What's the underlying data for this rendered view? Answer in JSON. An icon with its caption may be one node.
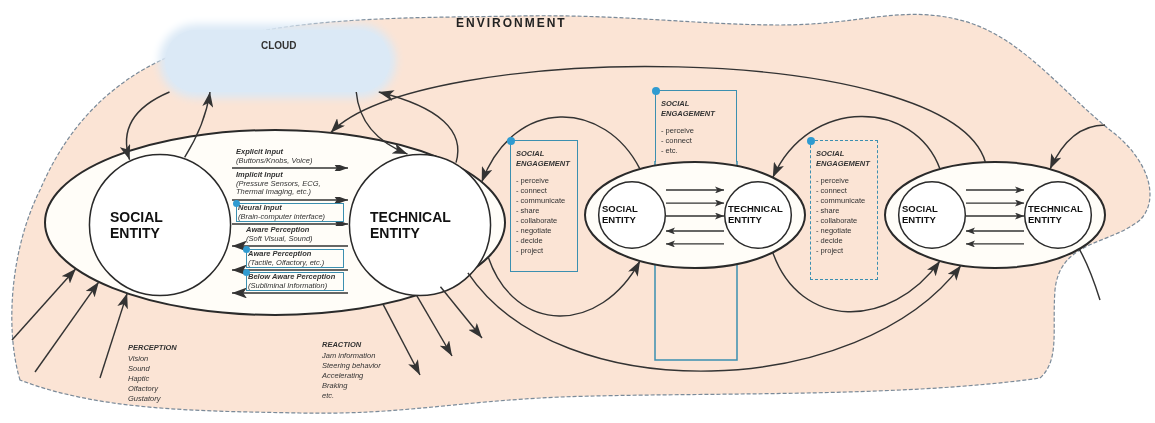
{
  "diagram": {
    "nodes": [
      {
        "text": [
          "ENVIRONMENT"
        ]
      },
      {
        "text": [
          "CLOUD"
        ],
        "in": 0
      },
      {
        "text": [],
        "shape": "ellipse",
        "in": 0
      },
      {
        "text": [
          "SOCIAL ENTITY"
        ],
        "in": 2
      },
      {
        "text": [
          "TECHNICAL ENTITY"
        ],
        "in": 2
      },
      {
        "text": [],
        "shape": "ellipse",
        "in": 0
      },
      {
        "text": [
          "SOCIAL ENTITY"
        ],
        "in": 5
      },
      {
        "text": [
          "TECHNICAL ENTITY"
        ],
        "in": 5
      },
      {
        "text": [],
        "shape": "ellipse",
        "in": 0
      },
      {
        "text": [
          "SOCIAL ENTITY"
        ],
        "in": 8
      },
      {
        "text": [
          "TECHNICAL ENTITY"
        ],
        "in": 8
      },
      {
        "text": [
          "SOCIAL ENGAGEMENT",
          "- perceive",
          "- connect",
          "- communicate",
          "- share",
          "- collaborate",
          "- negotiate",
          "- decide",
          "- project"
        ],
        "in": 0
      },
      {
        "text": [
          "SOCIAL ENGAGEMENT",
          "- perceive",
          "- connect",
          "- etc."
        ],
        "in": 0
      },
      {
        "text": [
          "SOCIAL ENGAGEMENT",
          "- perceive",
          "- connect",
          "- communicate",
          "- share",
          "- collaborate",
          "- negotiate",
          "- decide",
          "- project"
        ],
        "in": 0
      }
    ],
    "edges": [
      {
        "from": 3,
        "to": 4,
        "arrow": "to",
        "label": "**Explicit Input** (Buttons/Knobs, Voice)"
      },
      {
        "from": 3,
        "to": 4,
        "arrow": "to",
        "label": "**Implicit Input** (Pressure Sensors, ECG, Thermal Imaging, etc.)"
      },
      {
        "from": 3,
        "to": 4,
        "arrow": "to",
        "label": "**Neural Input** (Brain-computer interface)"
      },
      {
        "from": 4,
        "to": 3,
        "arrow": "to",
        "label": "**Aware Perception** (Soft Visual, Sound)"
      },
      {
        "from": 4,
        "to": 3,
        "arrow": "to",
        "label": "**Aware Perception** (Tactile, Olfactory, etc.)"
      },
      {
        "from": 4,
        "to": 3,
        "arrow": "to",
        "label": "**Below Aware Perception** (Subliminal Information)"
      },
      {
        "from": 3,
        "to": 1,
        "arrow": "to"
      },
      {
        "from": 1,
        "to": 3,
        "arrow": "to"
      },
      {
        "from": 4,
        "to": 1,
        "arrow": "to"
      },
      {
        "from": 1,
        "to": 4,
        "arrow": "to"
      },
      {
        "from": 6,
        "to": 7,
        "arrow": "to"
      },
      {
        "from": 6,
        "to": 7,
        "arrow": "to"
      },
      {
        "from": 6,
        "to": 7,
        "arrow": "to"
      },
      {
        "from": 7,
        "to": 6,
        "arrow": "to"
      },
      {
        "from": 7,
        "to": 6,
        "arrow": "to"
      },
      {
        "from": 9,
        "to": 10,
        "arrow": "to"
      },
      {
        "from": 9,
        "to": 10,
        "arrow": "to"
      },
      {
        "from": 9,
        "to": 10,
        "arrow": "to"
      },
      {
        "from": 10,
        "to": 9,
        "arrow": "to"
      },
      {
        "from": 10,
        "to": 9,
        "arrow": "to"
      },
      {
        "from": 5,
        "to": 2,
        "arrow": "to"
      },
      {
        "from": 8,
        "to": 2,
        "arrow": "to"
      },
      {
        "from": 2,
        "to": 5,
        "arrow": "to"
      },
      {
        "from": 8,
        "to": 5,
        "arrow": "to"
      },
      {
        "from": 5,
        "to": 8,
        "arrow": "to"
      },
      {
        "from": 2,
        "to": 8,
        "arrow": "to"
      },
      {
        "from": null,
        "to": 8,
        "arrow": "to"
      },
      {
        "from": 8,
        "to": null,
        "arrow": "none"
      },
      {
        "from": null,
        "to": 2,
        "arrow": "to"
      },
      {
        "from": null,
        "to": 2,
        "arrow": "to"
      },
      {
        "from": null,
        "to": 2,
        "arrow": "to"
      },
      {
        "from": 2,
        "to": null,
        "arrow": "to"
      },
      {
        "from": 2,
        "to": null,
        "arrow": "to"
      },
      {
        "from": 2,
        "to": null,
        "arrow": "to"
      }
    ],
    "labels": [
      "PERCEPTION",
      "Vision",
      "Sound",
      "Haptic",
      "Olfactory",
      "Gustatory",
      "REACTION",
      "Jam information",
      "Steering behavior",
      "Accelerating",
      "Braking",
      "etc."
    ]
  }
}
